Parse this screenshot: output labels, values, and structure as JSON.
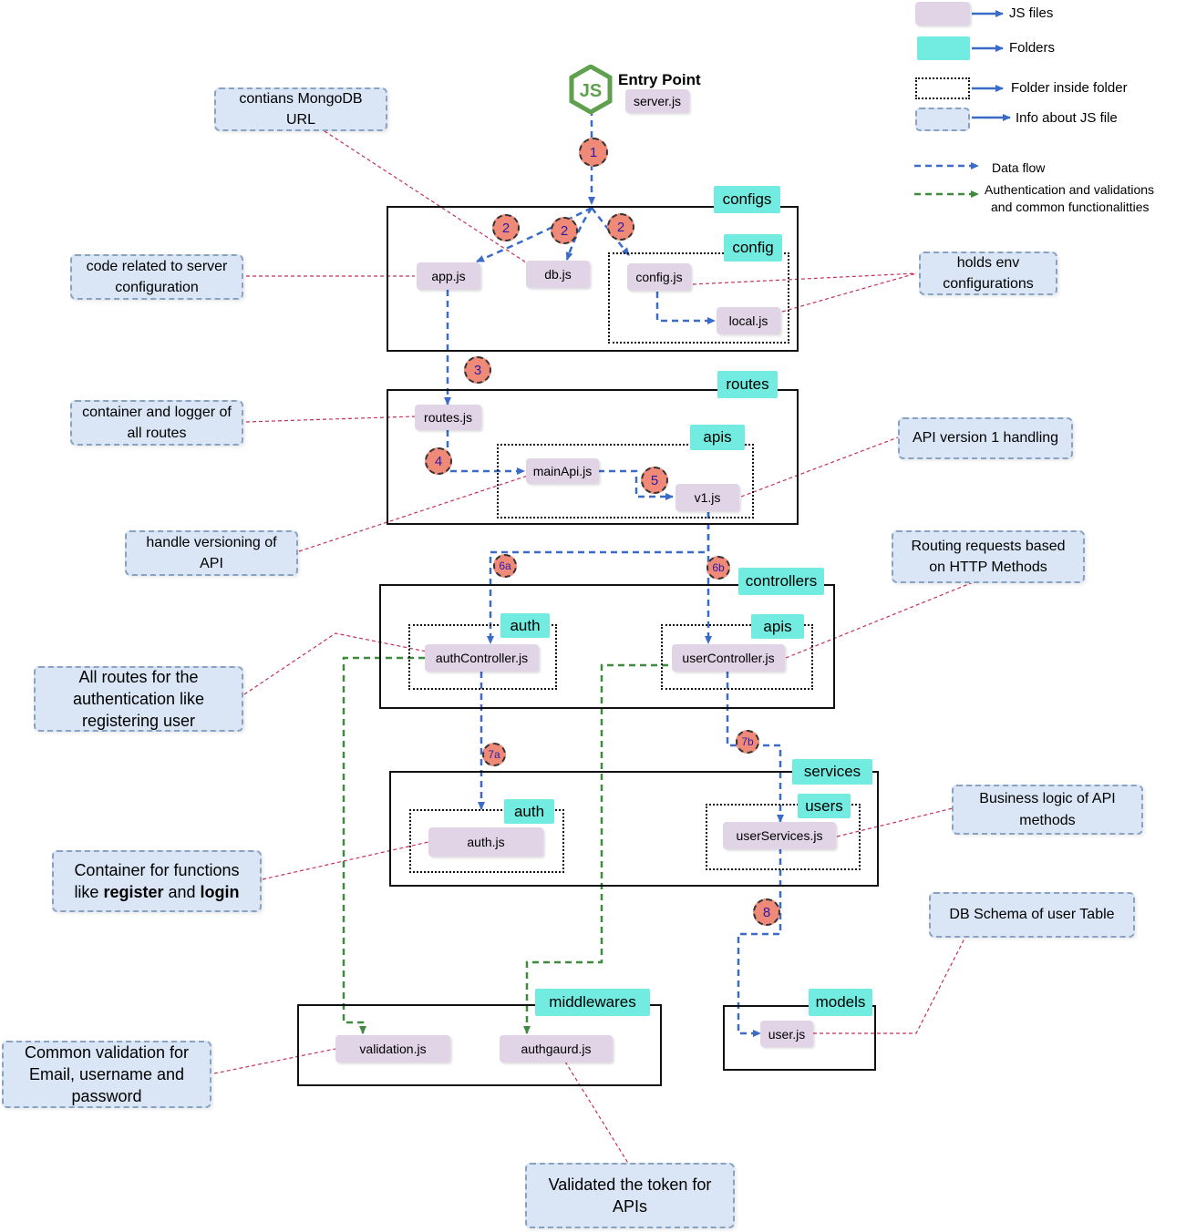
{
  "legend": {
    "js_files": "JS files",
    "folders": "Folders",
    "folder_inside_folder": "Folder inside folder",
    "info_about_js": "Info about JS file",
    "data_flow": "Data flow",
    "auth_line1": "Authentication and validations",
    "auth_line2": "and common functionalitties"
  },
  "colors": {
    "js_file": "#e0d4e6",
    "folder_tag": "#72ece0",
    "info_note": "#dae6f5",
    "data_flow": "#3a6bc8",
    "auth_flow": "#3e8a3e",
    "note_link": "#c4325a",
    "step_badge": "#f08a78"
  },
  "icons": {
    "entry_logo": "nodejs-hexagon-icon"
  },
  "entry": {
    "title": "Entry Point",
    "file": "server.js"
  },
  "folders": {
    "configs": "configs",
    "config": "config",
    "routes": "routes",
    "apis": "apis",
    "controllers": "controllers",
    "controllers_auth": "auth",
    "controllers_apis": "apis",
    "services": "services",
    "services_auth": "auth",
    "services_users": "users",
    "middlewares": "middlewares",
    "models": "models"
  },
  "files": {
    "app": "app.js",
    "db": "db.js",
    "config": "config.js",
    "local": "local.js",
    "routes": "routes.js",
    "mainApi": "mainApi.js",
    "v1": "v1.js",
    "authController": "authController.js",
    "userController": "userController.js",
    "auth": "auth.js",
    "userServices": "userServices.js",
    "validation": "validation.js",
    "authguard": "authgaurd.js",
    "user": "user.js"
  },
  "steps": [
    "1",
    "2",
    "2",
    "2",
    "3",
    "4",
    "5",
    "6a",
    "6b",
    "7a",
    "7b",
    "8"
  ],
  "notes": {
    "mongo_l1": "contians MongoDB",
    "mongo_l2": "URL",
    "server_cfg_l1": "code related to server",
    "server_cfg_l2": "configuration",
    "env_l1": "holds env",
    "env_l2": "configurations",
    "routes_l1": "container and logger of",
    "routes_l2": "all routes",
    "api_v1": "API version 1 handling",
    "versioning_l1": "handle versioning of",
    "versioning_l2": "API",
    "http_l1": "Routing requests based",
    "http_l2": "on HTTP Methods",
    "auth_routes_l1": "All routes for the",
    "auth_routes_l2": "authentication like",
    "auth_routes_l3": "registering user",
    "business_l1": "Business logic of API",
    "business_l2": "methods",
    "container_l1": "Container for functions",
    "container_like": "like ",
    "container_register": "register",
    "container_and": " and ",
    "container_login": "login",
    "schema": "DB Schema of user Table",
    "validation_l1": "Common validation for",
    "validation_l2": "Email, username and",
    "validation_l3": "password",
    "token_l1": "Validated the token for",
    "token_l2": "APIs"
  }
}
